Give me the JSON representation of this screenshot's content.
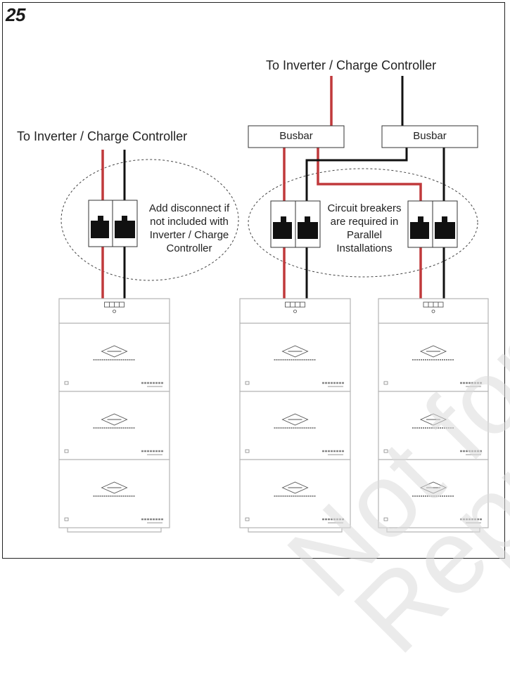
{
  "figure_number": "25",
  "left_system": {
    "title": "To Inverter / Charge Controller",
    "disconnect_note": [
      "Add disconnect if",
      "not included with",
      "Inverter / Charge",
      "Controller"
    ]
  },
  "right_system": {
    "title": "To Inverter / Charge Controller",
    "busbar_labels": [
      "Busbar",
      "Busbar"
    ],
    "breaker_note": [
      "Circuit breakers",
      "are required in",
      "Parallel",
      "Installations"
    ]
  },
  "watermark": [
    "Not for",
    "Repr"
  ],
  "colors": {
    "positive_wire": "#c0393b",
    "negative_wire": "#111111",
    "outline": "#333333",
    "battery_line": "#b5b5b5"
  }
}
